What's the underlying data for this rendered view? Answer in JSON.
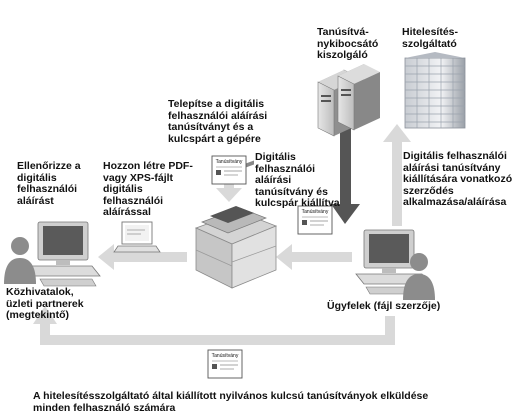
{
  "labels": {
    "ca_provider": "Tanúsítvá-\nnykibocsátó\nkiszolgáló",
    "cert_authority": "Hitelesítés-\nszolgáltató",
    "install_step": "Telepítse a digitális\nfelhasználói aláírási\ntanúsítványt és a\nkulcspárt a gépére",
    "issued_step": "Digitális\nfelhasználói\naláírási\ntanúsítvány és\nkulcspár kiállítva",
    "apply_step": "Digitális felhasználói\naláírási tanúsítvány\nkiállítására vonatkozó\nszerződés\nalkalmazása/aláírása",
    "verify_step": "Ellenőrizze a\ndigitális\nfelhasználói\naláírást",
    "create_step": "Hozzon létre PDF-\nvagy XPS-fájlt\ndigitális\nfelhasználói\naláírással",
    "viewer": "Közhivatalok,\nüzleti partnerek\n(megtekintő)",
    "customer": "Ügyfelek (fájl szerzője)",
    "footer": "A hitelesítésszolgáltató által kiállított nyilvános kulcsú tanúsítványok elküldése\nminden felhasználó számára"
  },
  "certificate_tag": "Tanúsítvány",
  "colors": {
    "arrow_light": "#d9d9d9",
    "arrow_dark": "#555555",
    "text": "#111111"
  }
}
